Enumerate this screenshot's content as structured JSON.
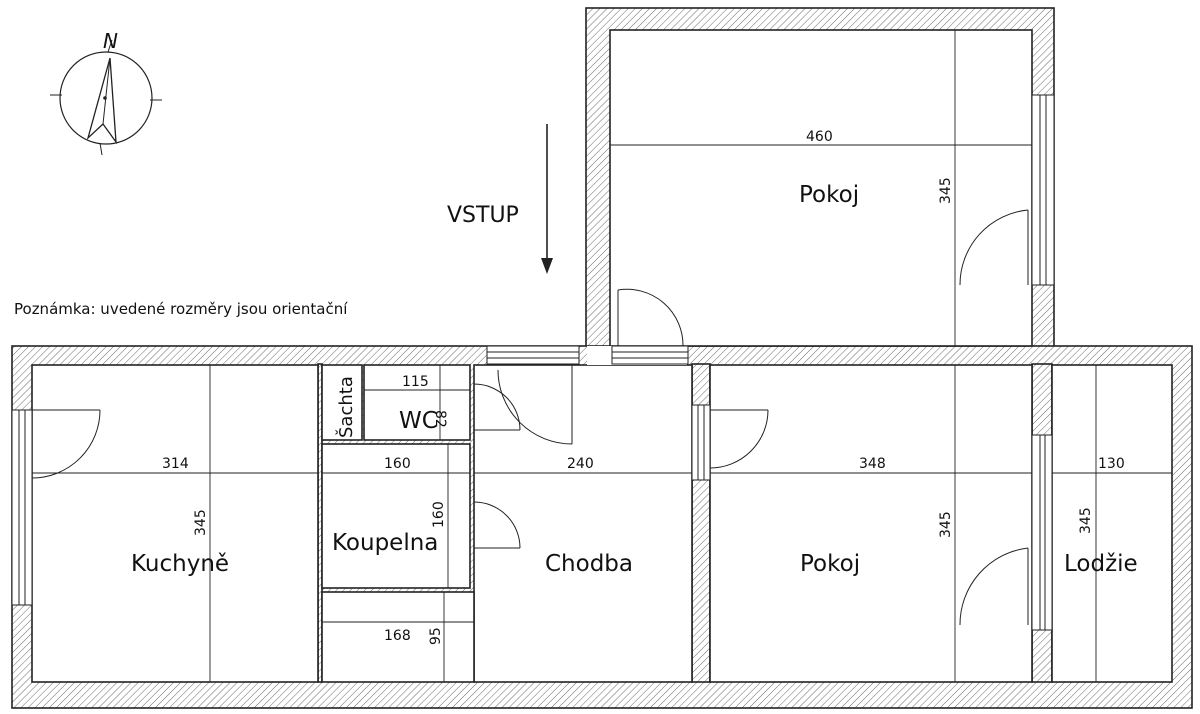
{
  "compass": {
    "north_label": "N"
  },
  "entrance": {
    "label": "VSTUP"
  },
  "note": "Poznámka: uvedené rozměry jsou orientační",
  "rooms": {
    "pokoj_top": "Pokoj",
    "kuchyne": "Kuchyně",
    "sachta": "Šachta",
    "wc": "WC",
    "koupelna": "Koupelna",
    "chodba": "Chodba",
    "pokoj_bottom": "Pokoj",
    "lodzie": "Lodžie"
  },
  "dimensions": {
    "pokoj_top_width": "460",
    "pokoj_top_depth": "345",
    "kuchyne_width": "314",
    "kuchyne_depth": "345",
    "wc_width": "115",
    "wc_depth": "82",
    "koupelna_width": "160",
    "koupelna_depth": "160",
    "chodba_width": "240",
    "pokoj_bottom_width": "348",
    "pokoj_bottom_depth": "345",
    "lodzie_width": "130",
    "lodzie_depth": "345",
    "storage_width": "168",
    "storage_depth": "95"
  }
}
